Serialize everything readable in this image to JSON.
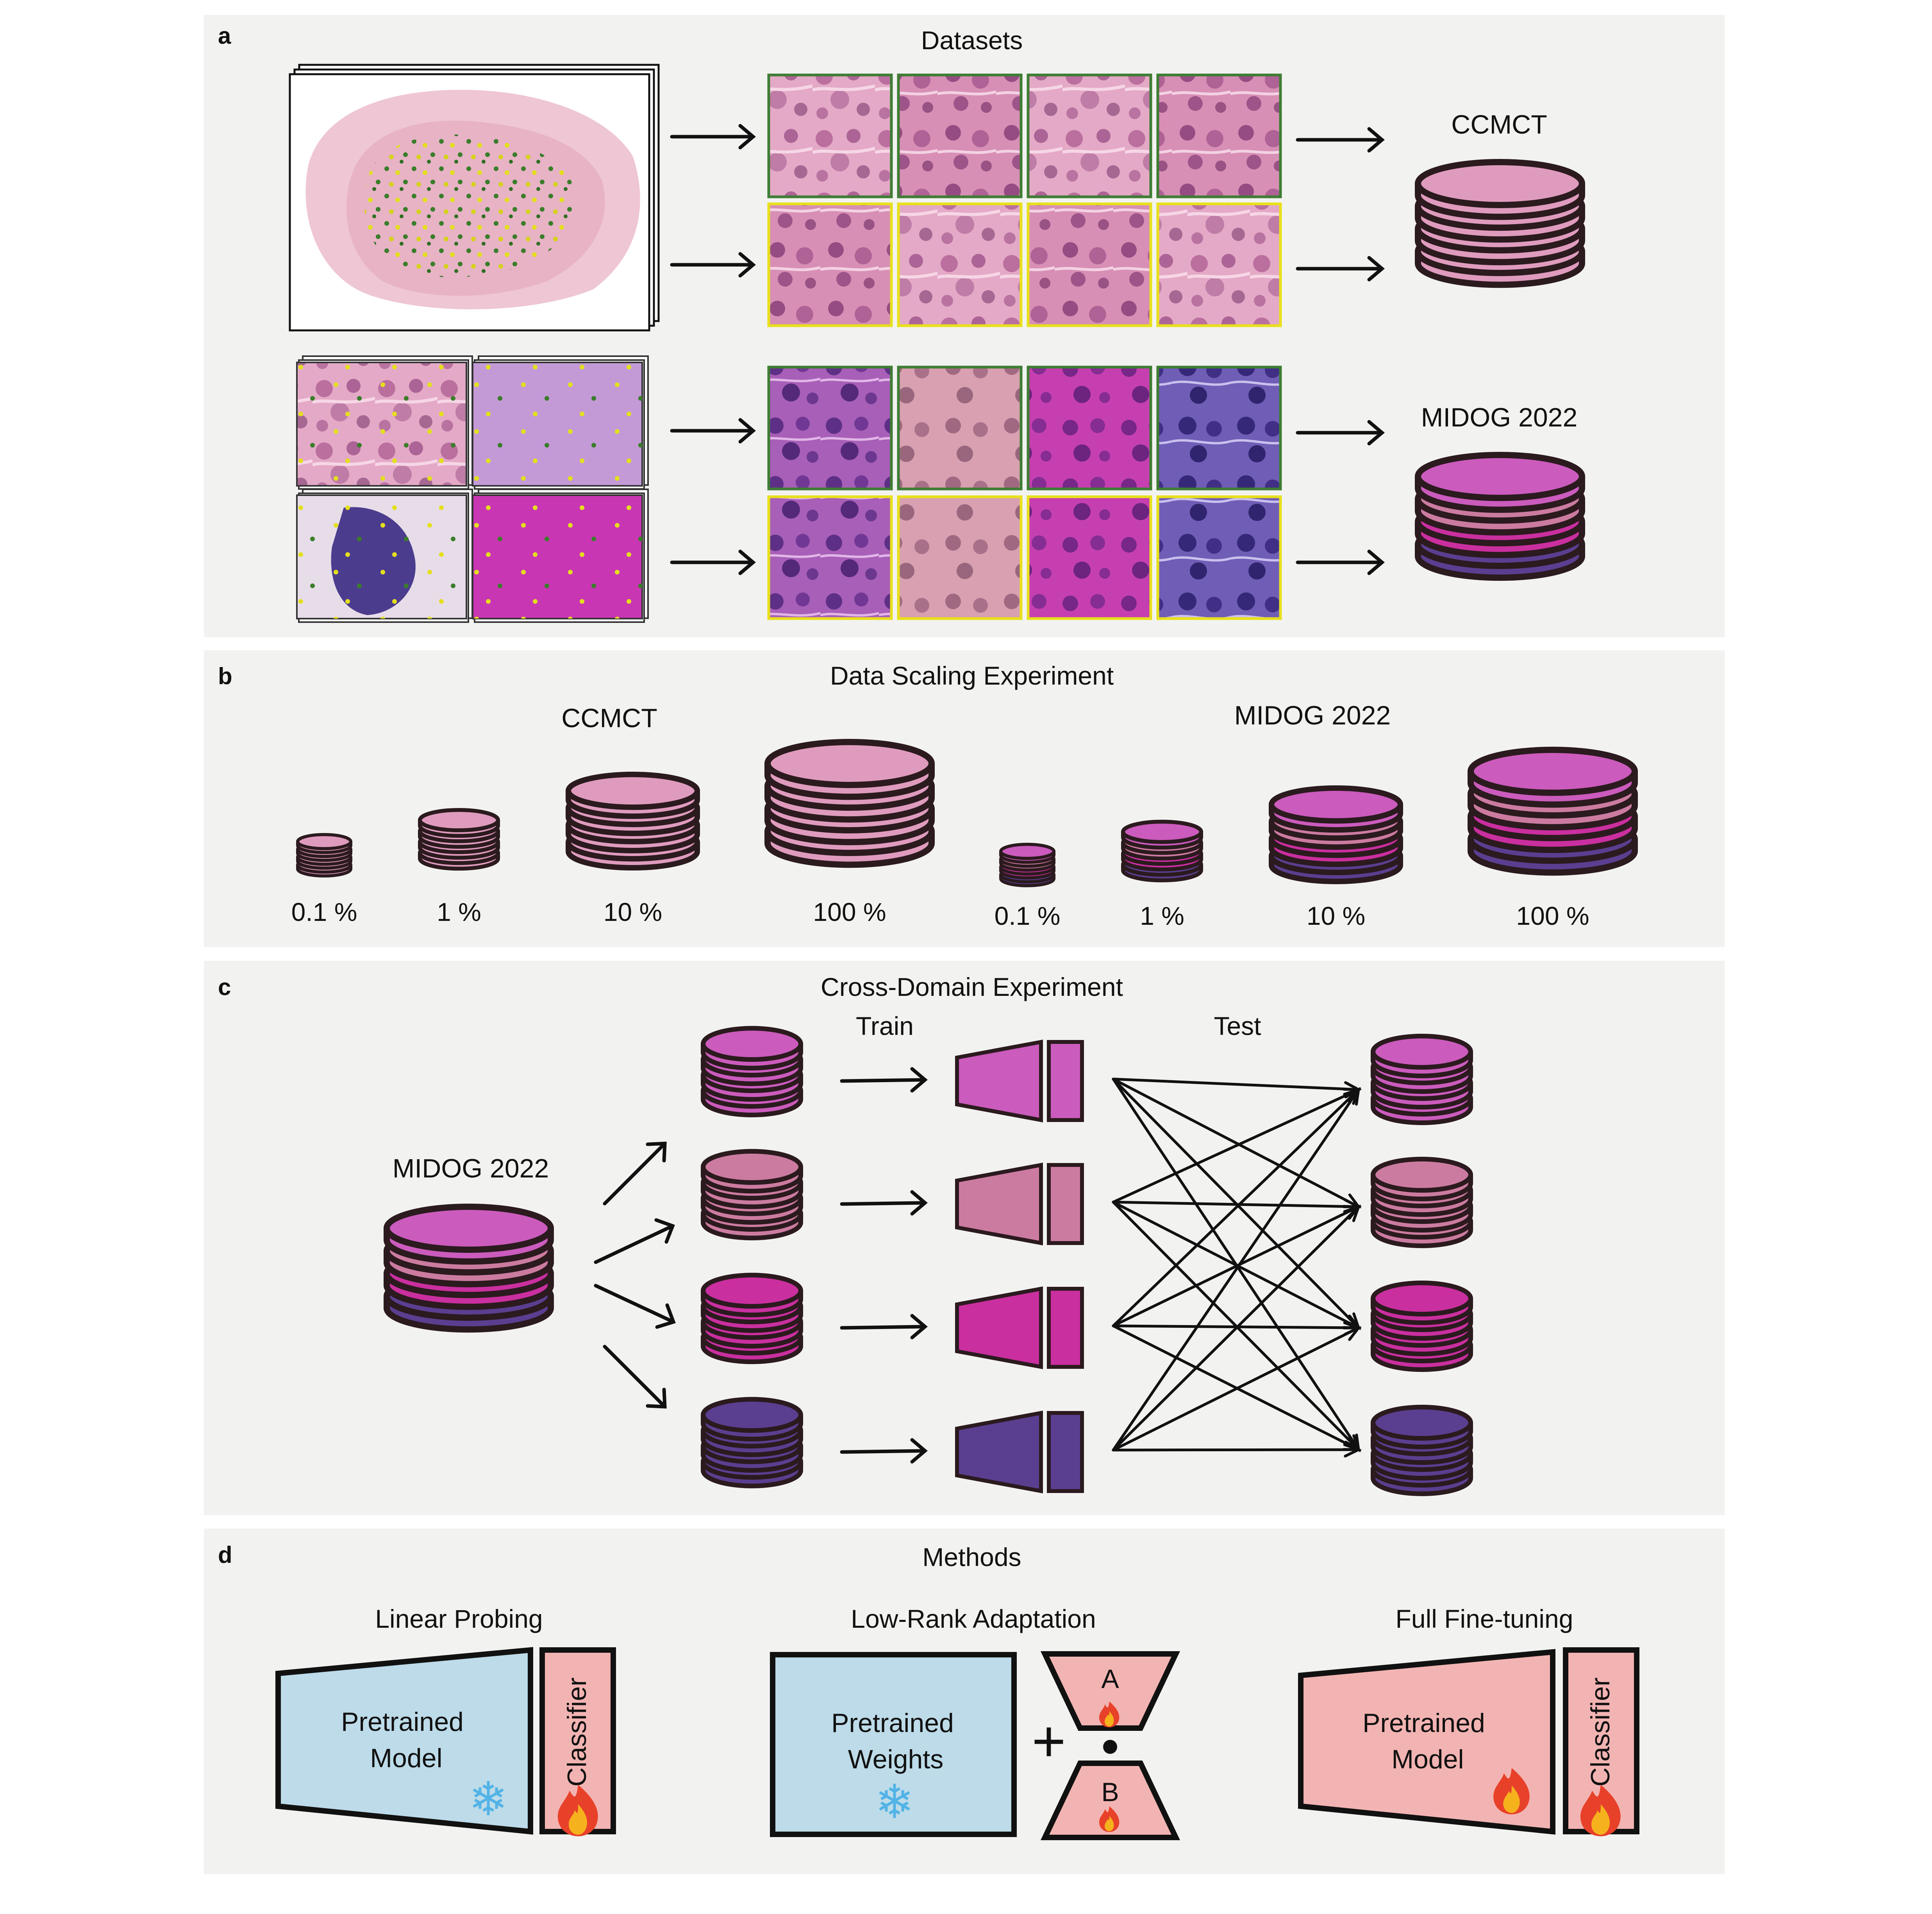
{
  "colors": {
    "panel_bg": "#f2f3f0",
    "ccmct": "#df9bbd",
    "midog_1": "#cb5bbd",
    "midog_2": "#cc7ba0",
    "midog_3": "#c92f9f",
    "midog_4": "#5a3f90",
    "frozen": "#bddbe9",
    "trainable": "#f2b4b2",
    "outline": "#2b1a1e",
    "mitotic_border": "#3f7d35",
    "imposter_border": "#e8e01c"
  },
  "panels": {
    "a": {
      "letter": "a",
      "title": "Datasets",
      "dataset_1": "CCMCT",
      "dataset_2": "MIDOG 2022"
    },
    "b": {
      "letter": "b",
      "title": "Data Scaling Experiment",
      "group_1": {
        "name": "CCMCT",
        "levels": [
          "0.1 %",
          "1 %",
          "10 %",
          "100 %"
        ]
      },
      "group_2": {
        "name": "MIDOG 2022",
        "levels": [
          "0.1 %",
          "1 %",
          "10 %",
          "100 %"
        ]
      }
    },
    "c": {
      "letter": "c",
      "title": "Cross-Domain Experiment",
      "source": "MIDOG 2022",
      "train_label": "Train",
      "test_label": "Test"
    },
    "d": {
      "letter": "d",
      "title": "Methods",
      "method_1": {
        "name": "Linear Probing",
        "model_label_1": "Pretrained",
        "model_label_2": "Model",
        "head_label": "Classifier"
      },
      "method_2": {
        "name": "Low-Rank Adaptation",
        "weights_label_1": "Pretrained",
        "weights_label_2": "Weights",
        "matrix_a": "A",
        "matrix_b": "B",
        "plus": "+"
      },
      "method_3": {
        "name": "Full Fine-tuning",
        "model_label_1": "Pretrained",
        "model_label_2": "Model",
        "head_label": "Classifier"
      },
      "icons": [
        "snowflake-icon",
        "flame-icon"
      ]
    }
  }
}
